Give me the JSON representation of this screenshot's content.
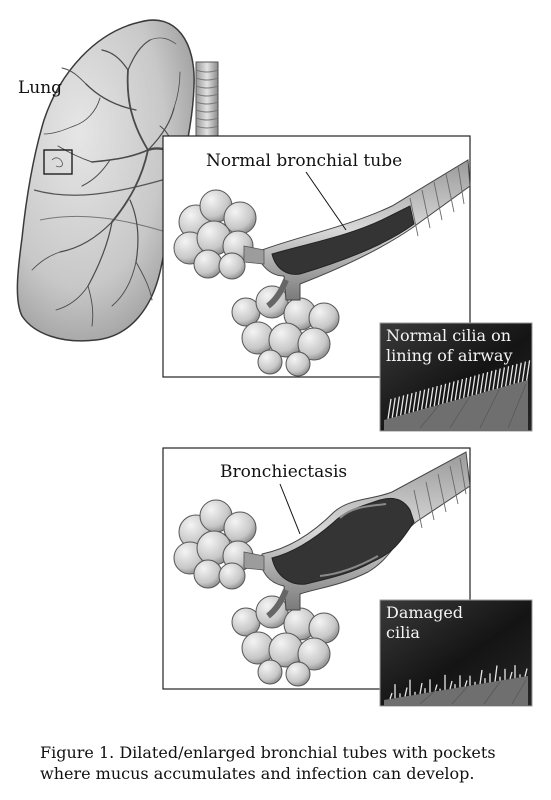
{
  "labels": {
    "lung": "Lung",
    "normal_tube": "Normal bronchial tube",
    "normal_cilia": "Normal cilia on lining of airway",
    "bronchiectasis": "Bronchiectasis",
    "damaged_cilia": "Damaged cilia"
  },
  "caption": "Figure 1.  Dilated/enlarged bronchial tubes with pockets where mucus accumulates and infection can develop.",
  "colors": {
    "line": "#222222",
    "lung_fill": "#c9c9c9",
    "tube_interior": "#3a3a3a",
    "inset_bg": "#1e1e1e"
  }
}
